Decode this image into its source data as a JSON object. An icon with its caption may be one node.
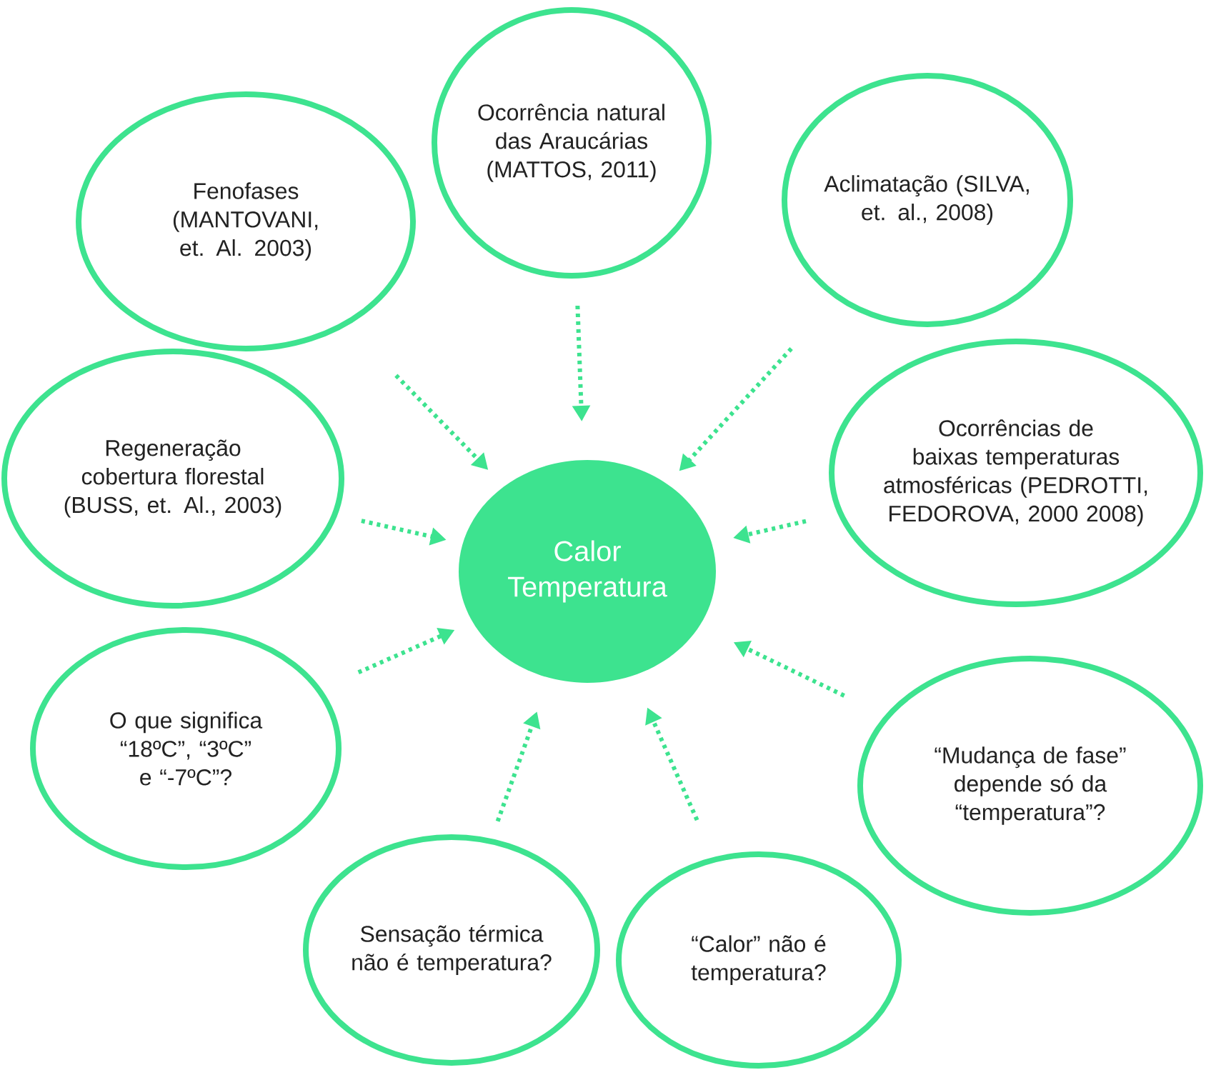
{
  "diagram": {
    "nodes": [
      {
        "text": [
          "Fenofases (MANTOVANI, et. Al. 2003)"
        ]
      },
      {
        "text": [
          "Ocorrência natural das Araucárias (MATTOS, 2011)"
        ]
      },
      {
        "text": [
          "Aclimatação (SILVA, et. al., 2008)"
        ]
      },
      {
        "text": [
          "Regeneração cobertura florestal (BUSS, et. Al., 2003)"
        ]
      },
      {
        "text": [
          "Calor Temperatura"
        ]
      },
      {
        "text": [
          "Ocorrências de baixas temperaturas atmosféricas (PEDROTTI, FEDOROVA, 2000 2008)"
        ]
      },
      {
        "text": [
          "O que significa “18ºC”, “3ºC” e “-7ºC”?"
        ]
      },
      {
        "text": [
          "“Mudança de fase” depende só da “temperatura”?"
        ]
      },
      {
        "text": [
          "Sensação térmica não é temperatura?"
        ]
      },
      {
        "text": [
          "“Calor” não é temperatura?"
        ]
      }
    ],
    "edges": [
      {
        "from": 0,
        "to": 4,
        "arrow": "to"
      },
      {
        "from": 1,
        "to": 4,
        "arrow": "to"
      },
      {
        "from": 2,
        "to": 4,
        "arrow": "to"
      },
      {
        "from": 3,
        "to": 4,
        "arrow": "to"
      },
      {
        "from": 5,
        "to": 4,
        "arrow": "to"
      },
      {
        "from": 6,
        "to": 4,
        "arrow": "to"
      },
      {
        "from": 7,
        "to": 4,
        "arrow": "to"
      },
      {
        "from": 8,
        "to": 4,
        "arrow": "to"
      },
      {
        "from": 9,
        "to": 4,
        "arrow": "to"
      }
    ]
  }
}
